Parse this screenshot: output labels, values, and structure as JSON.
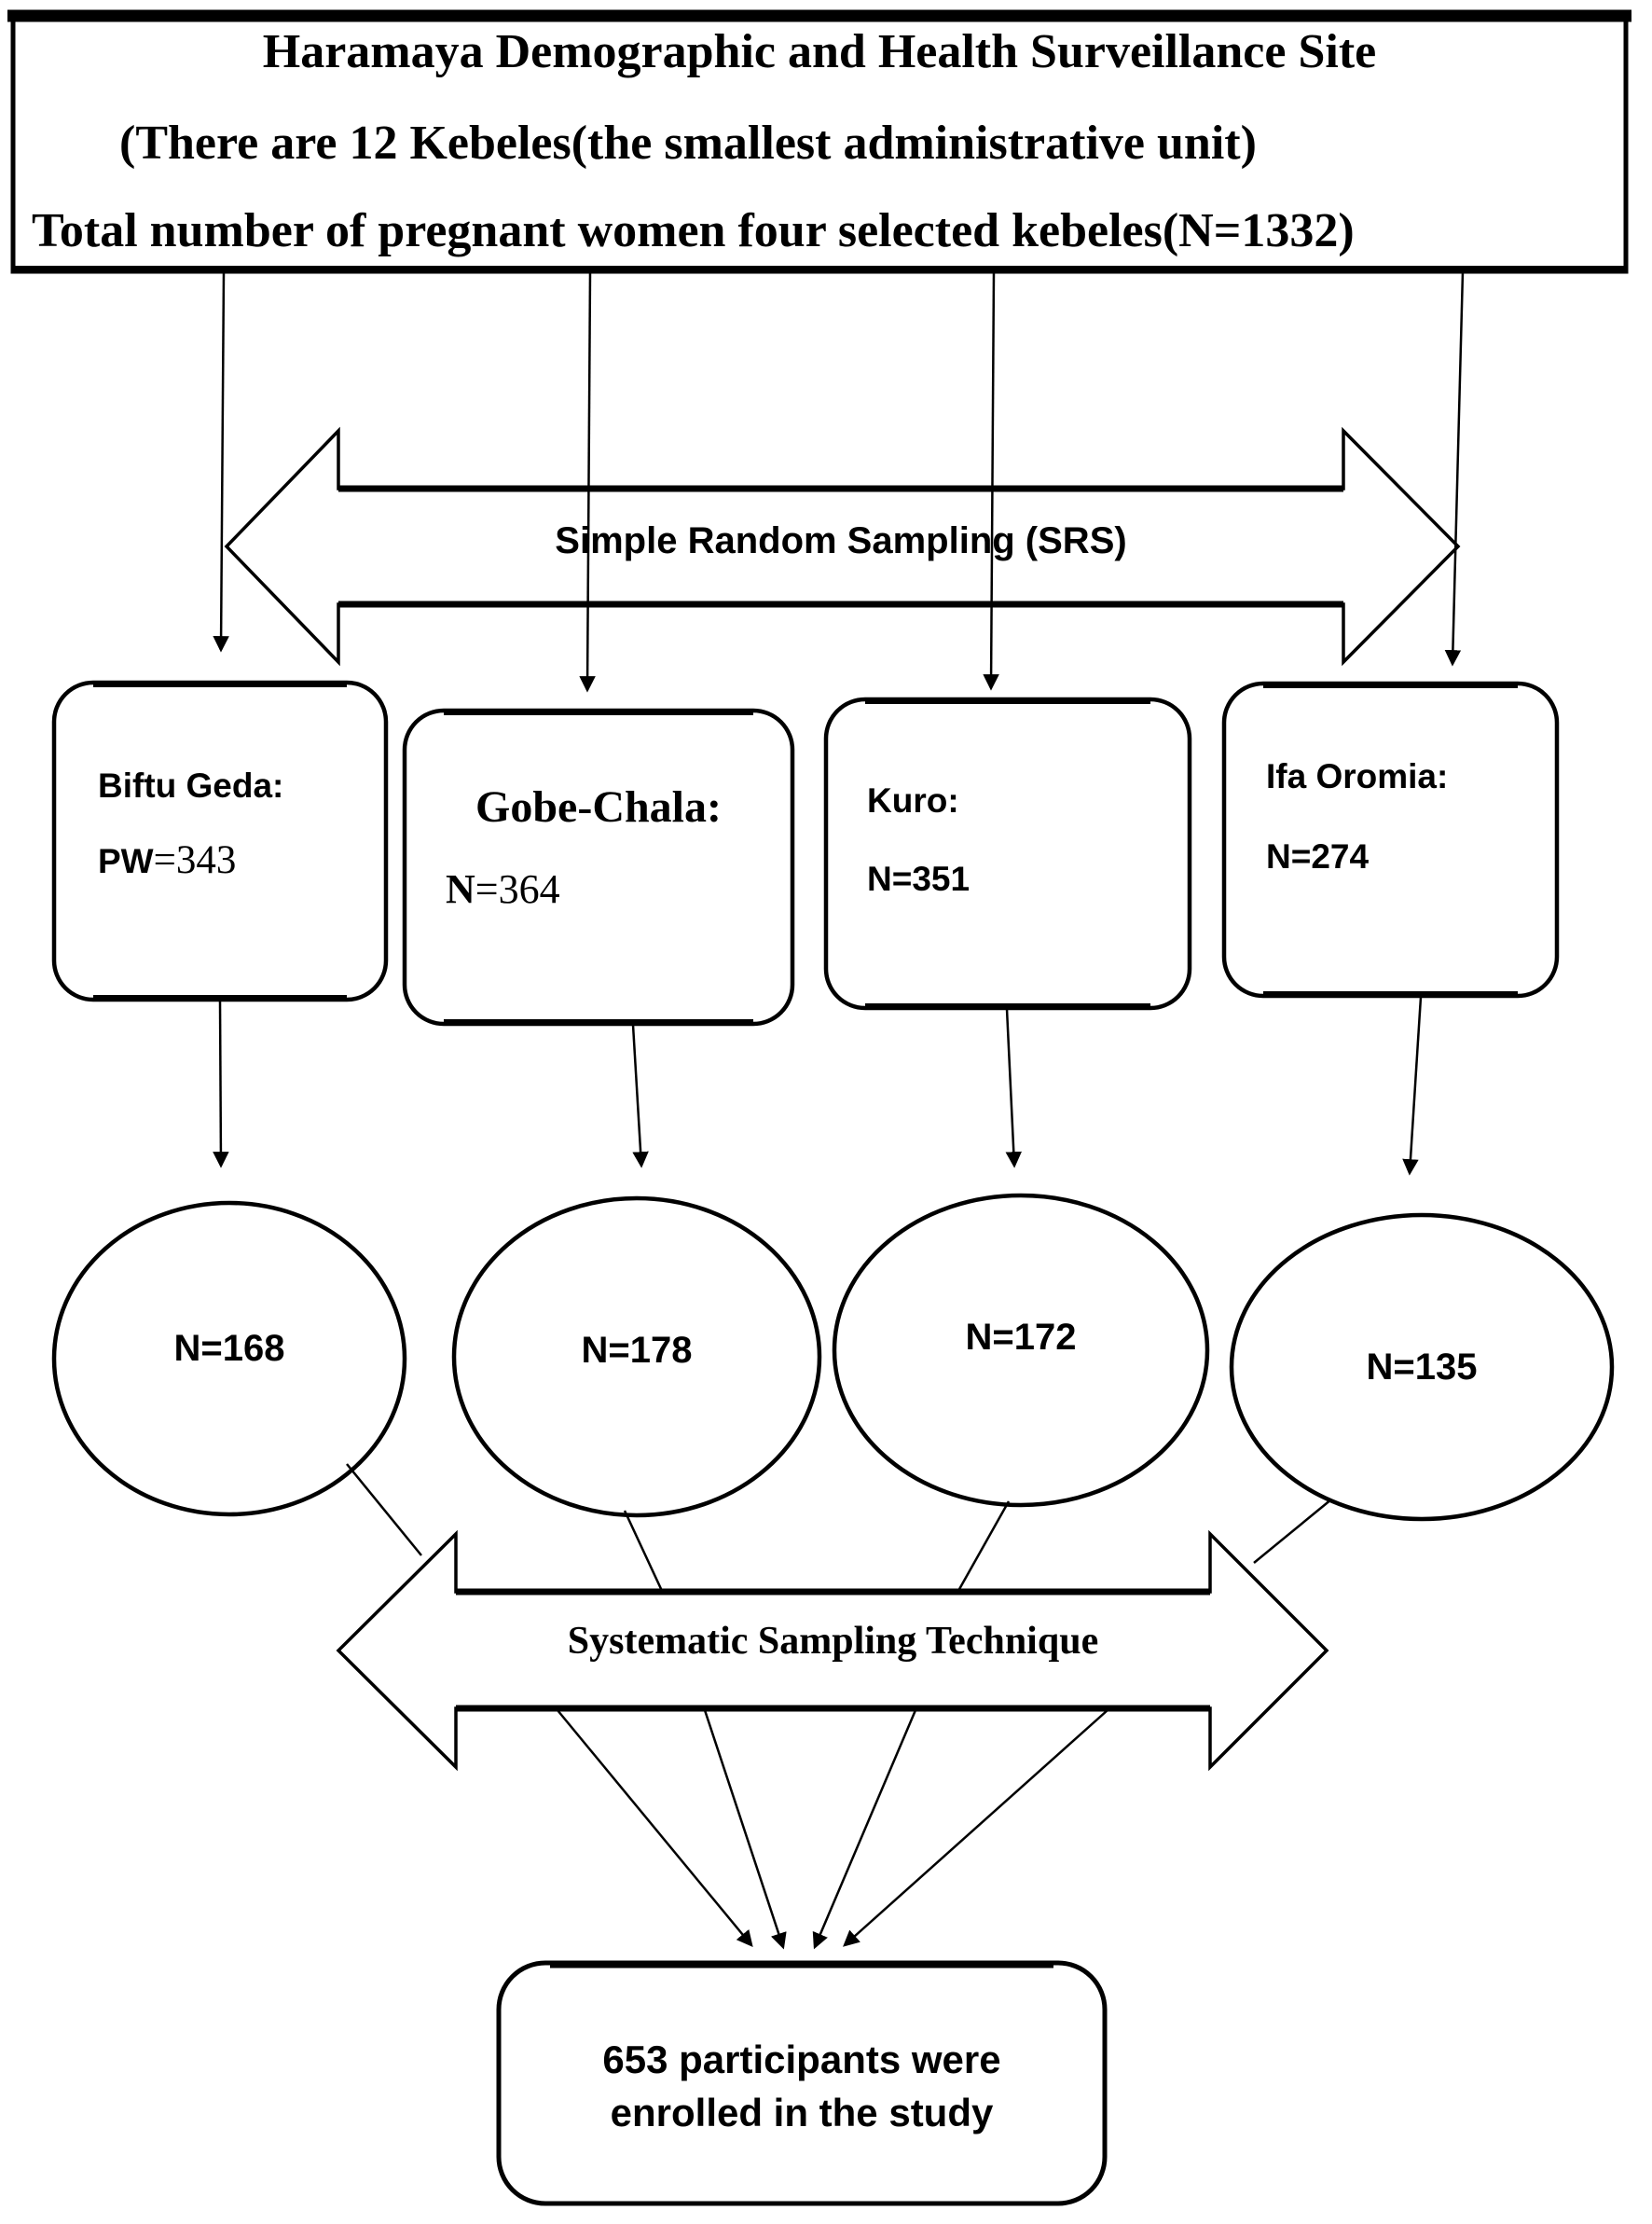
{
  "header": {
    "line1": "Haramaya Demographic and Health Surveillance Site",
    "line2": "(There are 12 Kebeles(the smallest administrative unit)",
    "line3": "Total number of pregnant women four selected kebeles(N=1332)"
  },
  "srs_arrow": {
    "label": "Simple Random Sampling (SRS)"
  },
  "systematic_arrow": {
    "label": "Systematic Sampling Technique"
  },
  "kebeles": [
    {
      "name": "Biftu Geda:",
      "value_prefix": "PW",
      "value_rest": "=343"
    },
    {
      "name": "Gobe-Chala:",
      "value_prefix": "N",
      "value_rest": "=364"
    },
    {
      "name": "Kuro:",
      "value_prefix": "N",
      "value_rest": "=351"
    },
    {
      "name": "Ifa Oromia:",
      "value_prefix": "N",
      "value_rest": "=274"
    }
  ],
  "samples": [
    {
      "value": "N=168"
    },
    {
      "value": "N=178"
    },
    {
      "value": "N=172"
    },
    {
      "value": "N=135"
    }
  ],
  "final_box": {
    "line1": "653 participants were",
    "line2": "enrolled in the study"
  },
  "colors": {
    "ink": "#000000",
    "background": "#ffffff"
  }
}
